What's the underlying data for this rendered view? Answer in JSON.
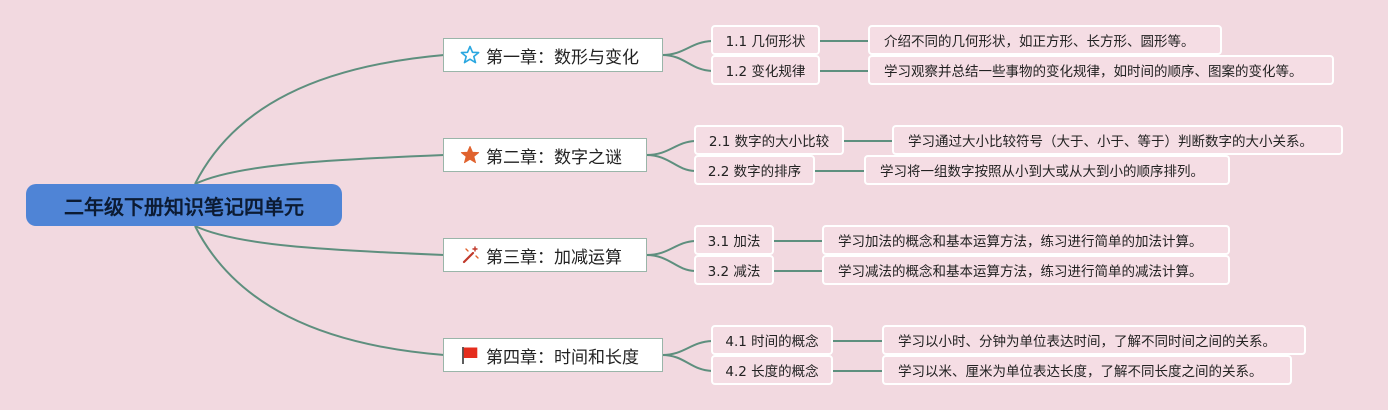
{
  "root": {
    "title": "二年级下册知识笔记四单元"
  },
  "chapters": [
    {
      "title": "第一章：数形与变化",
      "icon": "star-outline-icon",
      "subs": [
        {
          "label": "1.1 几何形状",
          "note": "介绍不同的几何形状，如正方形、长方形、圆形等。"
        },
        {
          "label": "1.2 变化规律",
          "note": "学习观察并总结一些事物的变化规律，如时间的顺序、图案的变化等。"
        }
      ]
    },
    {
      "title": "第二章：数字之谜",
      "icon": "star-filled-icon",
      "subs": [
        {
          "label": "2.1 数字的大小比较",
          "note": "学习通过大小比较符号（大于、小于、等于）判断数字的大小关系。"
        },
        {
          "label": "2.2 数字的排序",
          "note": "学习将一组数字按照从小到大或从大到小的顺序排列。"
        }
      ]
    },
    {
      "title": "第三章：加减运算",
      "icon": "magic-wand-icon",
      "subs": [
        {
          "label": "3.1 加法",
          "note": "学习加法的概念和基本运算方法，练习进行简单的加法计算。"
        },
        {
          "label": "3.2 减法",
          "note": "学习减法的概念和基本运算方法，练习进行简单的减法计算。"
        }
      ]
    },
    {
      "title": "第四章：时间和长度",
      "icon": "flag-icon",
      "subs": [
        {
          "label": "4.1 时间的概念",
          "note": "学习以小时、分钟为单位表达时间，了解不同时间之间的关系。"
        },
        {
          "label": "4.2 长度的概念",
          "note": "学习以米、厘米为单位表达长度，了解不同长度之间的关系。"
        }
      ]
    }
  ],
  "colors": {
    "background": "#f2d9e0",
    "root": "#4f84d6",
    "connector": "#5e8f7e",
    "star_outline": "#2aa7e0",
    "star_filled": "#e0622e",
    "wand": "#c0392b",
    "flag": "#e52d1d"
  }
}
